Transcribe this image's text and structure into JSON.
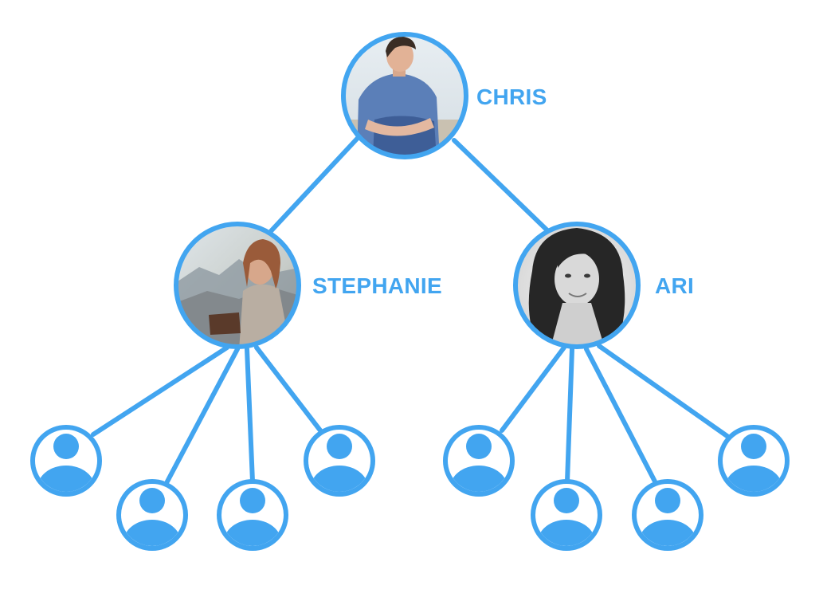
{
  "colors": {
    "accent": "#42a5f0",
    "line": "#42a5f0",
    "background": "#ffffff"
  },
  "people": {
    "chris": {
      "name": "CHRIS"
    },
    "stephanie": {
      "name": "STEPHANIE"
    },
    "ari": {
      "name": "ARI"
    }
  },
  "icons": {
    "photo": "person-photo",
    "placeholder": "user-placeholder-icon"
  },
  "stephanie_children_count": 4,
  "ari_children_count": 4
}
